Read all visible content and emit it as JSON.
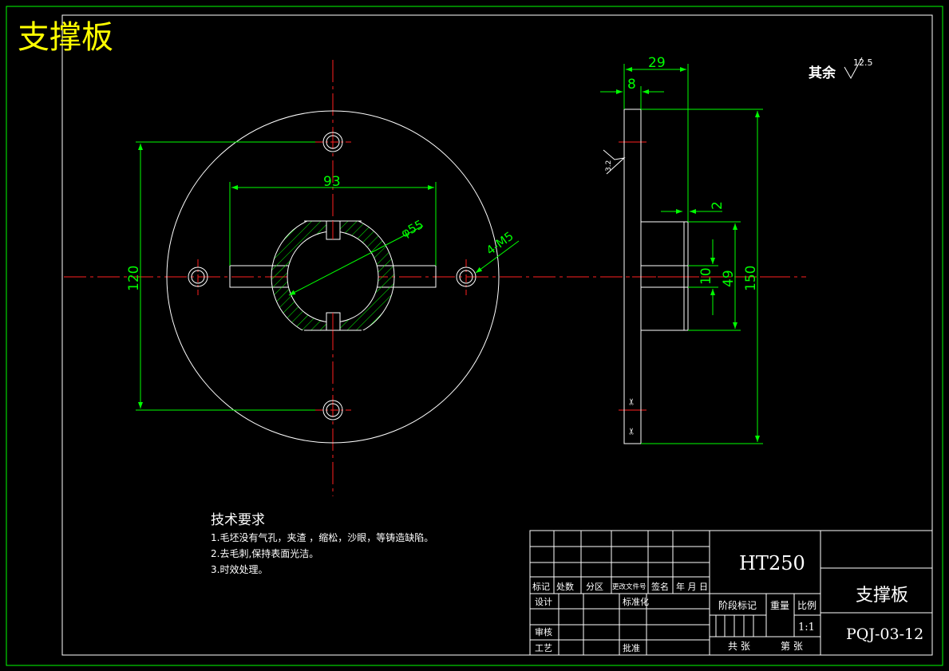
{
  "title": "支撑板",
  "roughness": {
    "other_label": "其余",
    "other_value": "12.5",
    "face_value": "3.2"
  },
  "dims": {
    "front_width": "93",
    "front_height": "120",
    "bore": "φ55",
    "holes": "4-M5",
    "side_total": "29",
    "side_plate": "8",
    "side_step": "2",
    "side_slot": "10",
    "side_boss": "49",
    "side_height": "150"
  },
  "tech": {
    "heading": "技术要求",
    "items": [
      "1.毛坯没有气孔，夹渣 ，缩松，沙眼，等铸造缺陷。",
      "2.去毛刺,保持表面光洁。",
      "3.时效处理。"
    ]
  },
  "titleblock": {
    "material": "HT250",
    "part_name": "支撑板",
    "drawing_no": "PQJ-03-12",
    "h_mark": "标记",
    "h_count": "处数",
    "h_zone": "分区",
    "h_change": "更改文件号",
    "h_sign": "签名",
    "h_date": "年 月 日",
    "design": "设计",
    "standard": "标准化",
    "review": "审核",
    "process": "工艺",
    "approve": "批准",
    "stage": "阶段标记",
    "weight": "重量",
    "scale_label": "比例",
    "scale": "1:1",
    "total": "共 张",
    "sheet": "第 张"
  }
}
